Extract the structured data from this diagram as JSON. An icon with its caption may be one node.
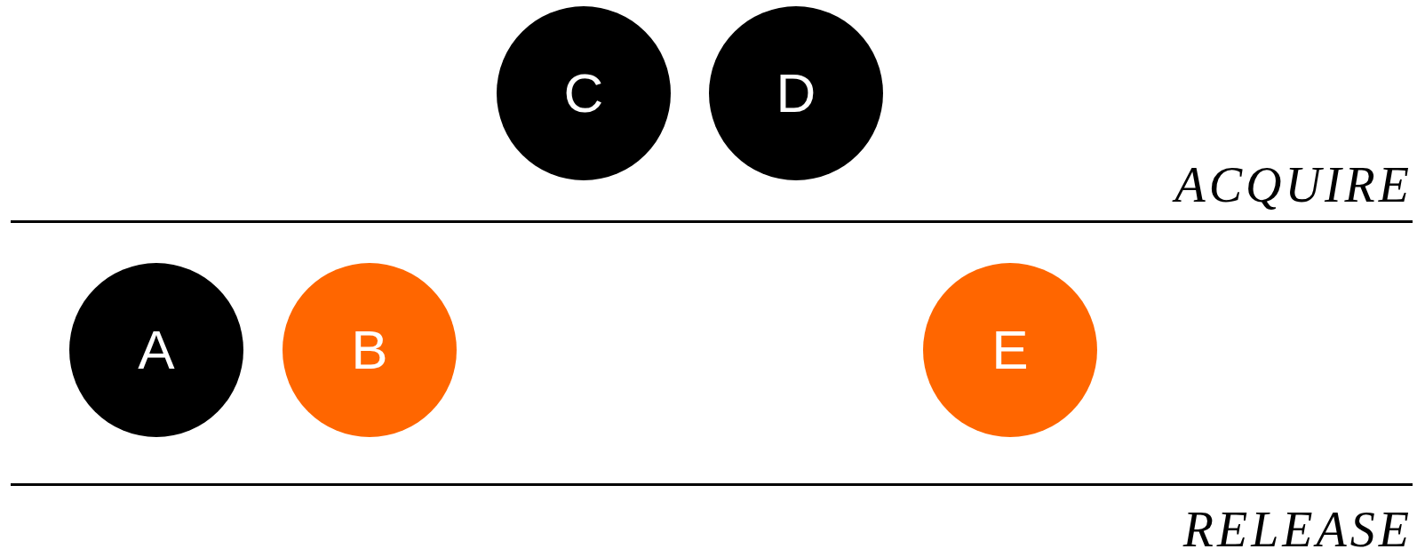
{
  "diagram": {
    "nodes": [
      {
        "text": [
          "C"
        ]
      },
      {
        "text": [
          "D"
        ]
      },
      {
        "text": [
          "A"
        ]
      },
      {
        "text": [
          "B"
        ]
      },
      {
        "text": [
          "E"
        ]
      }
    ],
    "labels": [
      "ACQUIRE",
      "RELEASE"
    ]
  }
}
